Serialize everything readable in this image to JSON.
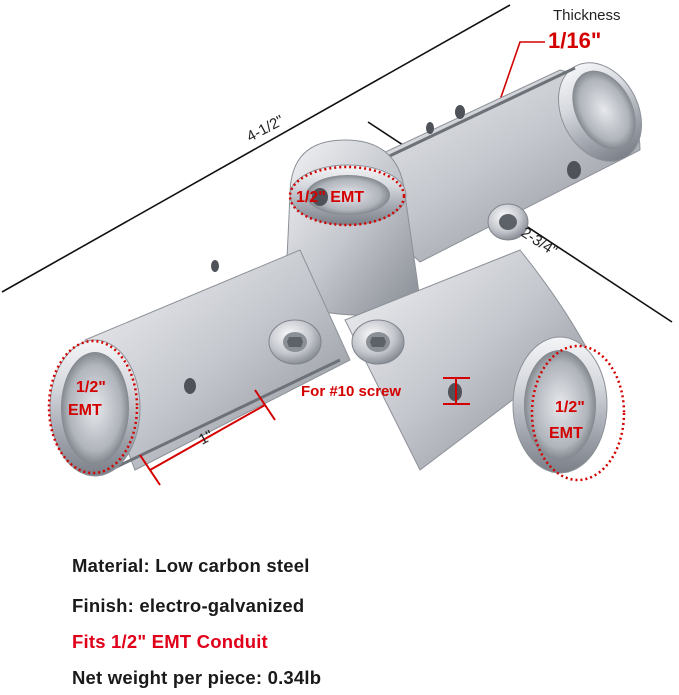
{
  "labels": {
    "thickness_caption": "Thickness",
    "thickness_value": "1/16\"",
    "length_overall": "4-1/2\"",
    "length_branch": "2-3/4\"",
    "top_port": "1/2\" EMT",
    "left_port_line1": "1/2\"",
    "left_port_line2": "EMT",
    "right_port_line1": "1/2\"",
    "right_port_line2": "EMT",
    "screw_note": "For #10 screw",
    "insert_depth": "1\""
  },
  "specs": {
    "material": "Material: Low carbon steel",
    "finish": "Finish: electro-galvanized",
    "fits": "Fits 1/2\" EMT  Conduit",
    "weight": "Net weight per piece: 0.34lb"
  },
  "colors": {
    "accent_red": "#d40000",
    "steel_light": "#e8eaee",
    "steel_mid": "#b9bcc3",
    "steel_dark": "#7b7f87"
  }
}
